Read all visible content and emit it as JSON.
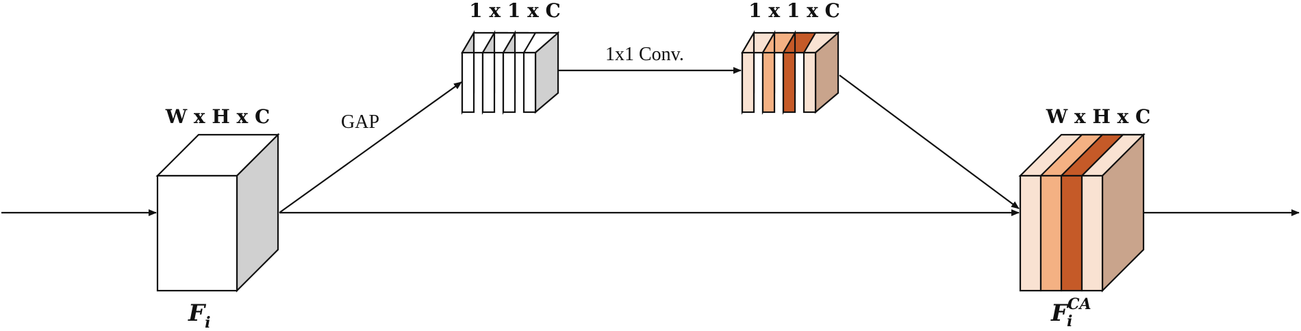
{
  "labels": {
    "input_dims": "W x H x C",
    "gap_dims": "1 x 1 x C",
    "conv_dims": "1 x 1 x C",
    "output_dims": "W x H x C",
    "gap_op": "GAP",
    "conv_op": "1x1 Conv.",
    "input_name": {
      "base": "F",
      "sub": "i"
    },
    "output_name": {
      "base": "F",
      "sub": "i",
      "sup": "CA"
    }
  },
  "colors": {
    "line": "#111111",
    "white": "#ffffff",
    "grey": "#d0d0d0",
    "peach_light": "#f9e2d2",
    "peach": "#f4b183",
    "rust": "#c55a28",
    "tan": "#c9a48c"
  }
}
